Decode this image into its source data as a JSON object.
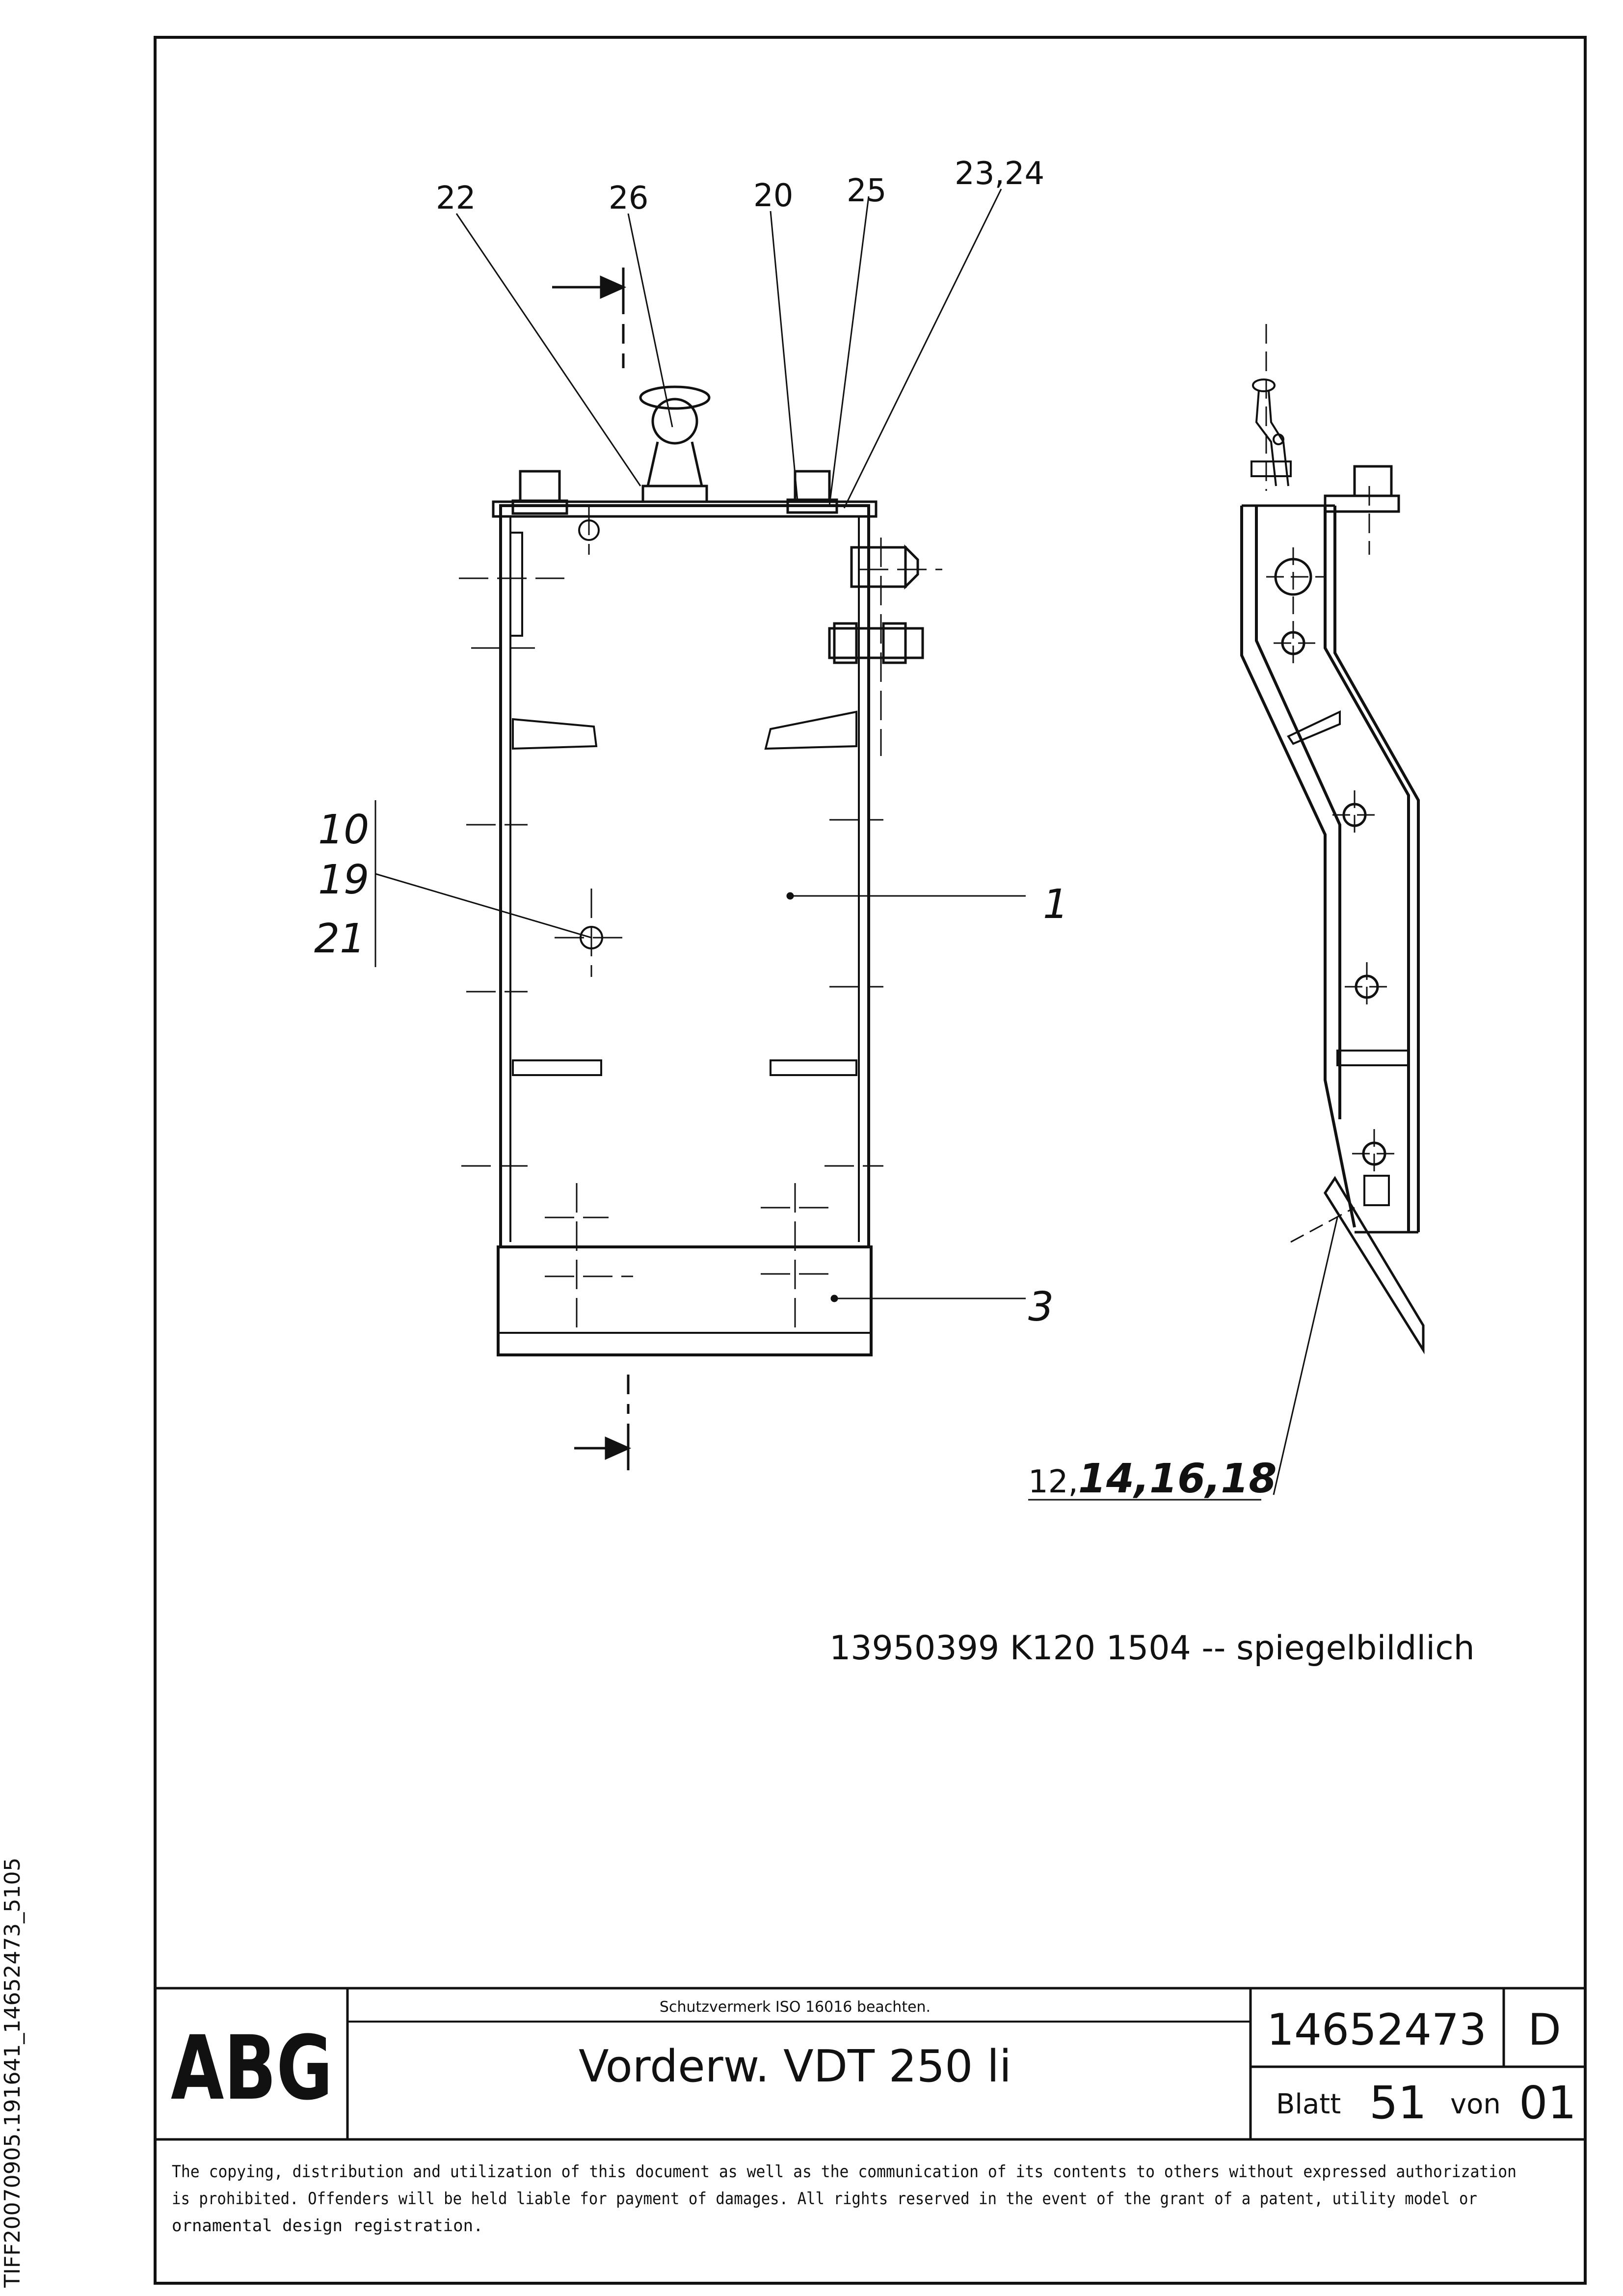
{
  "drawing": {
    "callouts_top": [
      "22",
      "26",
      "20",
      "25",
      "23,24"
    ],
    "callouts_left": [
      "10",
      "19",
      "21"
    ],
    "callout_part_1": "1",
    "callout_part_3": "3",
    "callout_fasteners_plain": "12,",
    "callout_fasteners_italic": "14,16,18",
    "reference_note": "13950399 K120 1504 -- spiegelbildlich"
  },
  "title_block": {
    "logo": "ABG",
    "protection_note": "Schutzvermerk ISO 16016 beachten.",
    "title": "Vorderw. VDT 250 li",
    "document_number": "14652473",
    "revision": "D",
    "sheet_label": "Blatt",
    "sheet_number": "51",
    "of_label": "von",
    "sheet_total": "01"
  },
  "legal_notice": [
    "The copying, distribution and utilization of this document as well as the communication of its contents to others without expressed authorization",
    "is prohibited. Offenders will be held liable for payment of damages. All rights reserved in the event of the grant of a patent, utility model or",
    "ornamental design registration."
  ],
  "side_identifier": "TIFF20070905.191641_14652473_5105"
}
